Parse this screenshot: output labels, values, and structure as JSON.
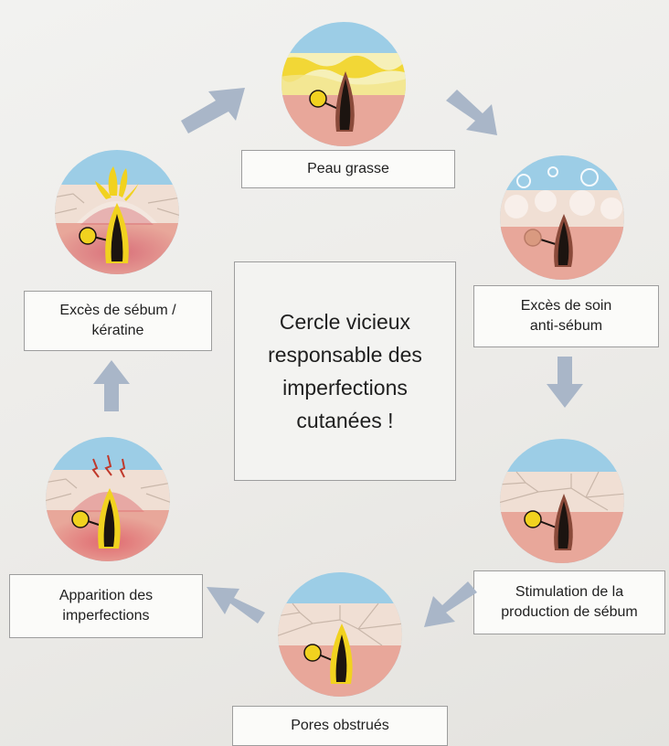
{
  "diagram": {
    "center_text": "Cercle vicieux\nresponsable des\nimperfections\ncutanées !",
    "colors": {
      "arrow": "#a9b6c8",
      "sky": "#9ccde6",
      "epidermis": "#f0dfd4",
      "dermis": "#e8a79a",
      "follicle": "#1c1410",
      "sebum": "#f1d21f",
      "box_border": "#9d9d9d"
    },
    "steps": [
      {
        "label": "Peau grasse",
        "icon": "oily-skin-icon"
      },
      {
        "label": "Excès de soin\nanti-sébum",
        "icon": "anti-sebum-care-icon"
      },
      {
        "label": "Stimulation de la\nproduction de sébum",
        "icon": "sebum-production-icon"
      },
      {
        "label": "Pores obstrués",
        "icon": "clogged-pore-icon"
      },
      {
        "label": "Apparition des\nimperfections",
        "icon": "inflamed-pimple-icon"
      },
      {
        "label": "Excès de sébum /\nkératine",
        "icon": "sebum-keratin-excess-icon"
      }
    ]
  }
}
